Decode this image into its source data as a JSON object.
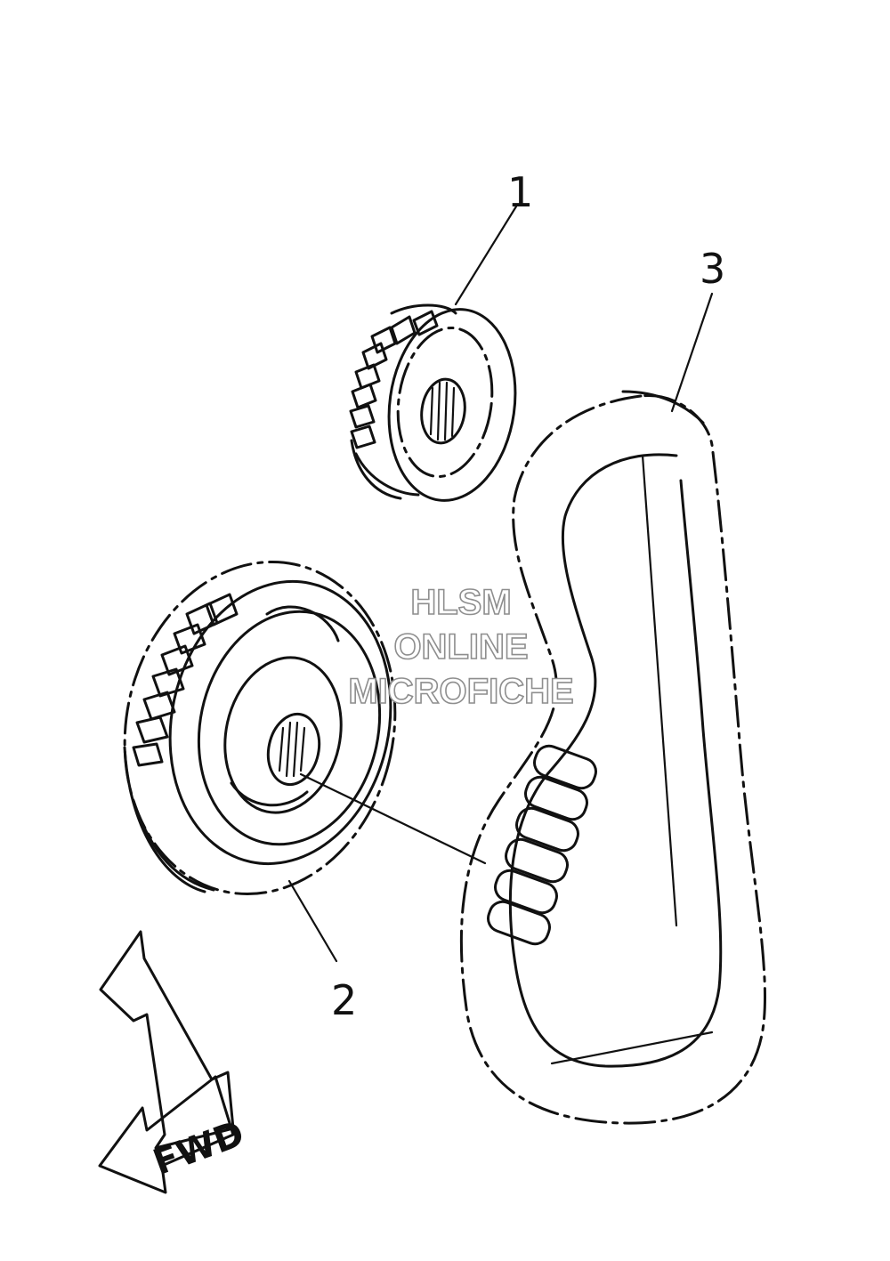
{
  "callouts": {
    "part1": "1",
    "part2": "2",
    "part3": "3"
  },
  "watermark": {
    "line1": "HLSM",
    "line2": "ONLINE",
    "line3": "MICROFICHE"
  },
  "fwd_label": "FWD",
  "icons": {
    "fwd_arrow": "arrow-left-down-icon"
  }
}
